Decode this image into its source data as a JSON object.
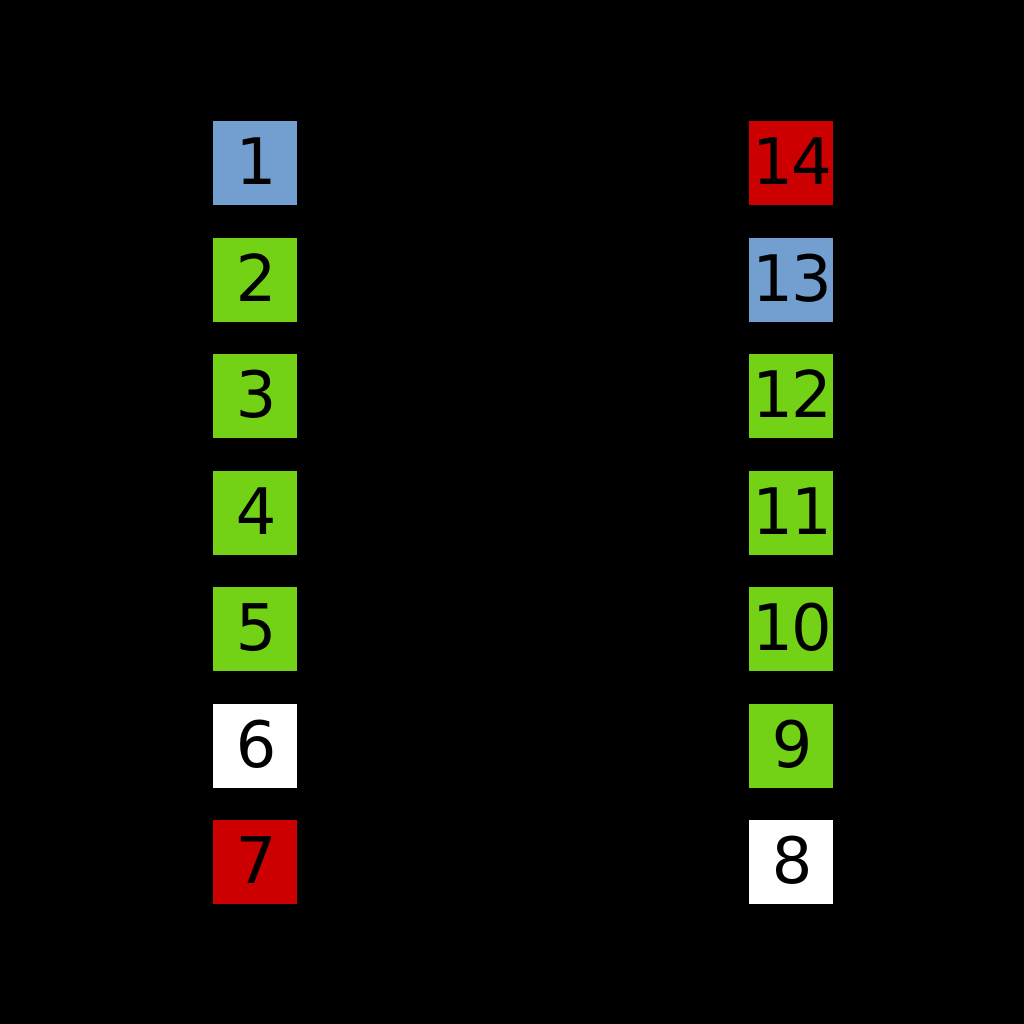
{
  "diagram": {
    "type": "ic-pinout-14-dip",
    "background": "#000000",
    "colors": {
      "blue": "#729fcf",
      "green": "#73d216",
      "red": "#cc0000",
      "white": "#ffffff",
      "text": "#000000"
    },
    "pins": {
      "left": [
        {
          "label": "1",
          "color": "blue",
          "hex": "#729fcf"
        },
        {
          "label": "2",
          "color": "green",
          "hex": "#73d216"
        },
        {
          "label": "3",
          "color": "green",
          "hex": "#73d216"
        },
        {
          "label": "4",
          "color": "green",
          "hex": "#73d216"
        },
        {
          "label": "5",
          "color": "green",
          "hex": "#73d216"
        },
        {
          "label": "6",
          "color": "white",
          "hex": "#ffffff"
        },
        {
          "label": "7",
          "color": "red",
          "hex": "#cc0000"
        }
      ],
      "right": [
        {
          "label": "14",
          "color": "red",
          "hex": "#cc0000"
        },
        {
          "label": "13",
          "color": "blue",
          "hex": "#729fcf"
        },
        {
          "label": "12",
          "color": "green",
          "hex": "#73d216"
        },
        {
          "label": "11",
          "color": "green",
          "hex": "#73d216"
        },
        {
          "label": "10",
          "color": "green",
          "hex": "#73d216"
        },
        {
          "label": "9",
          "color": "green",
          "hex": "#73d216"
        },
        {
          "label": "8",
          "color": "white",
          "hex": "#ffffff"
        }
      ]
    }
  }
}
